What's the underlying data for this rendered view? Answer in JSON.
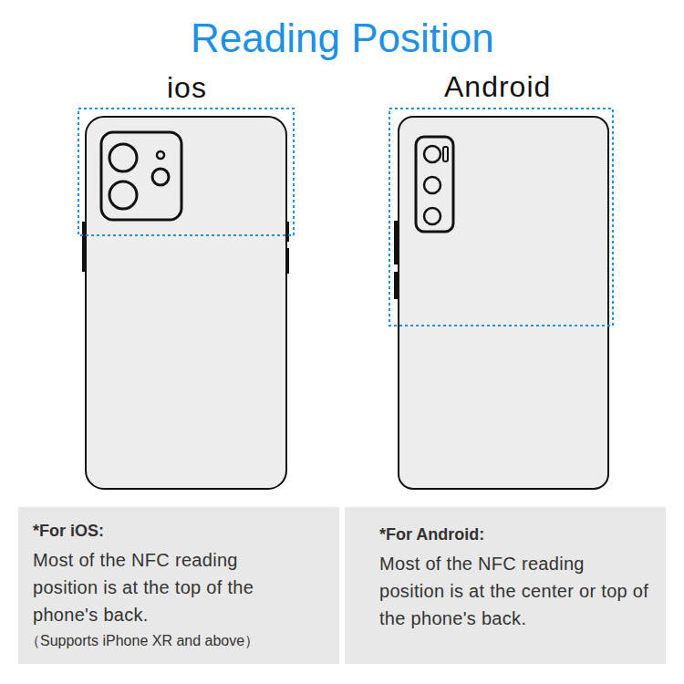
{
  "diagram": {
    "title": "Reading Position",
    "nodes": [
      {
        "text": [
          "*For iOS:",
          "Most of the NFC reading position is at the top of the phone's back.",
          "（Supports iPhone XR and above）"
        ]
      },
      {
        "text": [
          "*For Android:",
          "Most of the NFC reading position is at the center or top of the phone's back."
        ]
      }
    ],
    "labels": [
      "ios",
      "Android"
    ]
  }
}
